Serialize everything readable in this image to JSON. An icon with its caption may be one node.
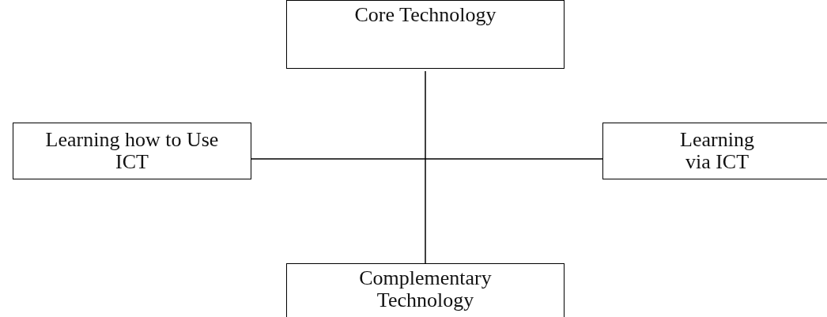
{
  "diagram": {
    "nodes": [
      {
        "text": [
          "Core Technology"
        ]
      },
      {
        "text": [
          "Learning how to Use ICT"
        ]
      },
      {
        "text": [
          "Learning via ICT"
        ]
      },
      {
        "text": [
          "Complementary Technology"
        ]
      }
    ],
    "edges": [
      {
        "from": 0,
        "to": 3,
        "arrow": "none"
      },
      {
        "from": 1,
        "to": 2,
        "arrow": "none"
      }
    ]
  }
}
